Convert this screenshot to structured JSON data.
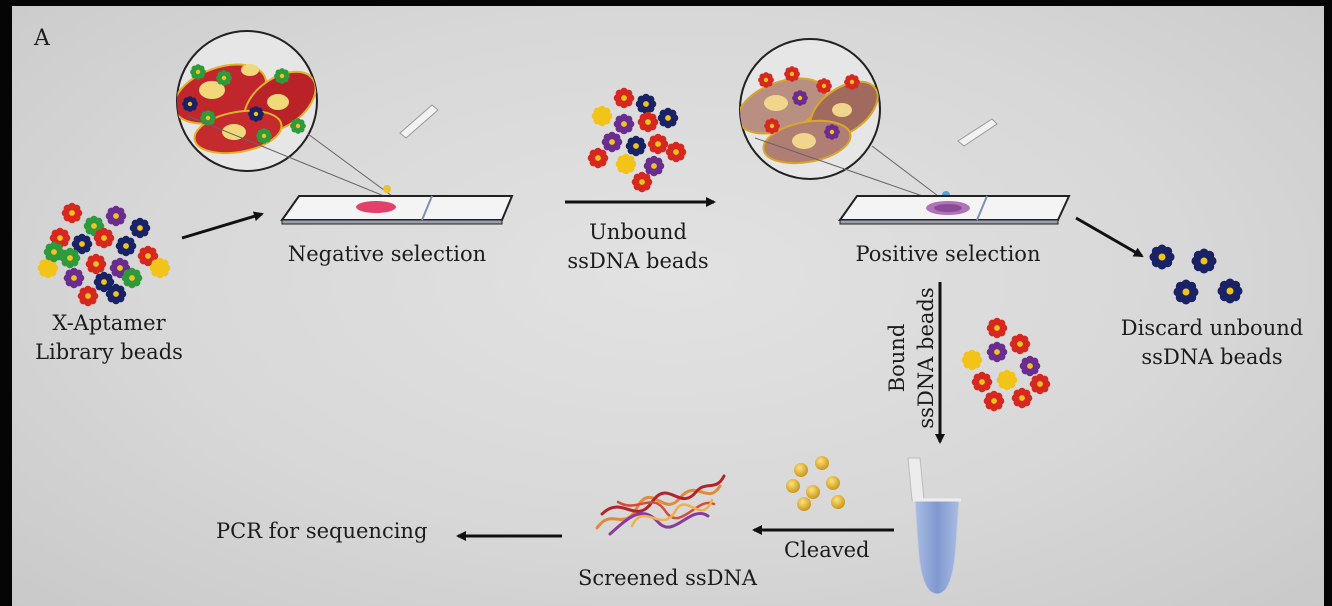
{
  "panel_label": "A",
  "labels": {
    "library_line1": "X-Aptamer",
    "library_line2": "Library beads",
    "negative_selection": "Negative selection",
    "unbound_line1": "Unbound",
    "unbound_line2": "ssDNA beads",
    "positive_selection": "Positive selection",
    "discard_line1": "Discard unbound",
    "discard_line2": "ssDNA beads",
    "bound_line1": "Bound",
    "bound_line2": "ssDNA beads",
    "cleaved": "Cleaved",
    "screened": "Screened ssDNA",
    "pcr": "PCR for sequencing"
  },
  "colors": {
    "cell_red": "#c0262b",
    "cell_faded": "#a05a4a",
    "bead_red": "#d6281f",
    "bead_navy": "#1a2266",
    "bead_green": "#2f9a3c",
    "bead_purple": "#6a2d8f",
    "bead_gold": "#f2c419",
    "arrow": "#111111",
    "tube_fill": "#8fa7d6"
  }
}
